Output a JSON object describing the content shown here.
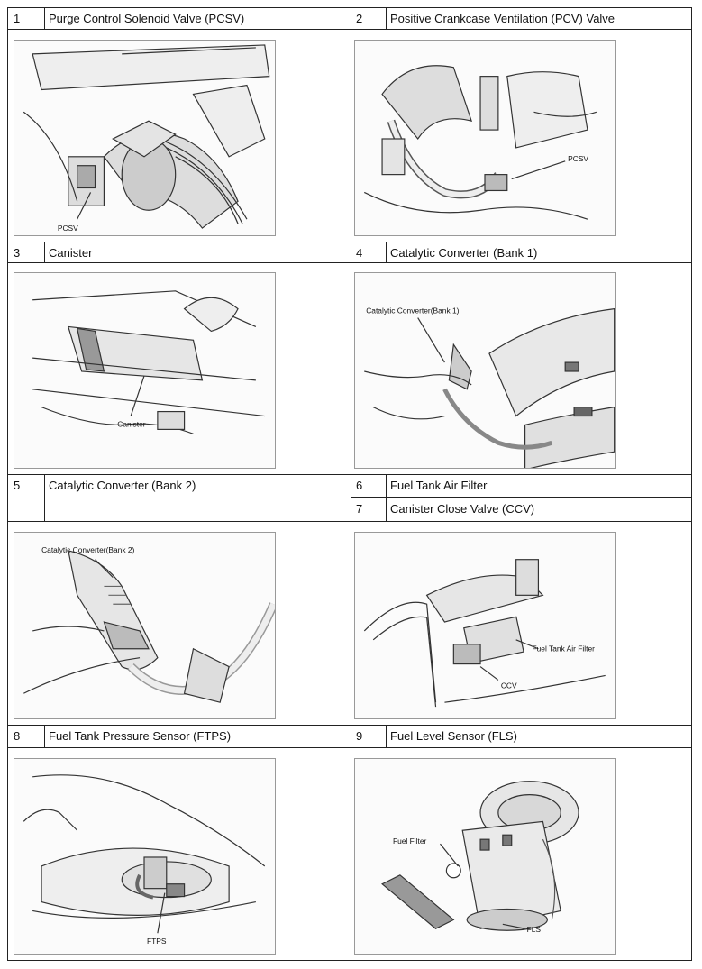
{
  "rows": [
    {
      "cells": [
        {
          "num": "1",
          "title": "Purge Control Solenoid Valve (PCSV)",
          "labels": [
            "PCSV"
          ]
        },
        {
          "num": "2",
          "title": "Positive Crankcase Ventilation (PCV) Valve",
          "labels": [
            "PCSV"
          ]
        }
      ]
    },
    {
      "cells": [
        {
          "num": "3",
          "title": "Canister",
          "labels": [
            "Canister"
          ]
        },
        {
          "num": "4",
          "title": "Catalytic Converter (Bank 1)",
          "labels": [
            "Catalytic Converter(Bank 1)"
          ]
        }
      ]
    },
    {
      "cells": [
        {
          "num": "5",
          "title": "Catalytic Converter (Bank 2)",
          "labels": [
            "Catalytic Converter(Bank 2)"
          ]
        },
        {
          "num": "6",
          "title": "Fuel Tank Air Filter",
          "num2": "7",
          "title2": "Canister Close Valve (CCV)",
          "labels": [
            "Fuel Tank Air Filter",
            "CCV"
          ]
        }
      ]
    },
    {
      "cells": [
        {
          "num": "8",
          "title": "Fuel Tank Pressure Sensor (FTPS)",
          "labels": [
            "FTPS"
          ]
        },
        {
          "num": "9",
          "title": "Fuel Level Sensor (FLS)",
          "labels": [
            "Fuel Filter",
            "FLS"
          ]
        }
      ]
    }
  ]
}
